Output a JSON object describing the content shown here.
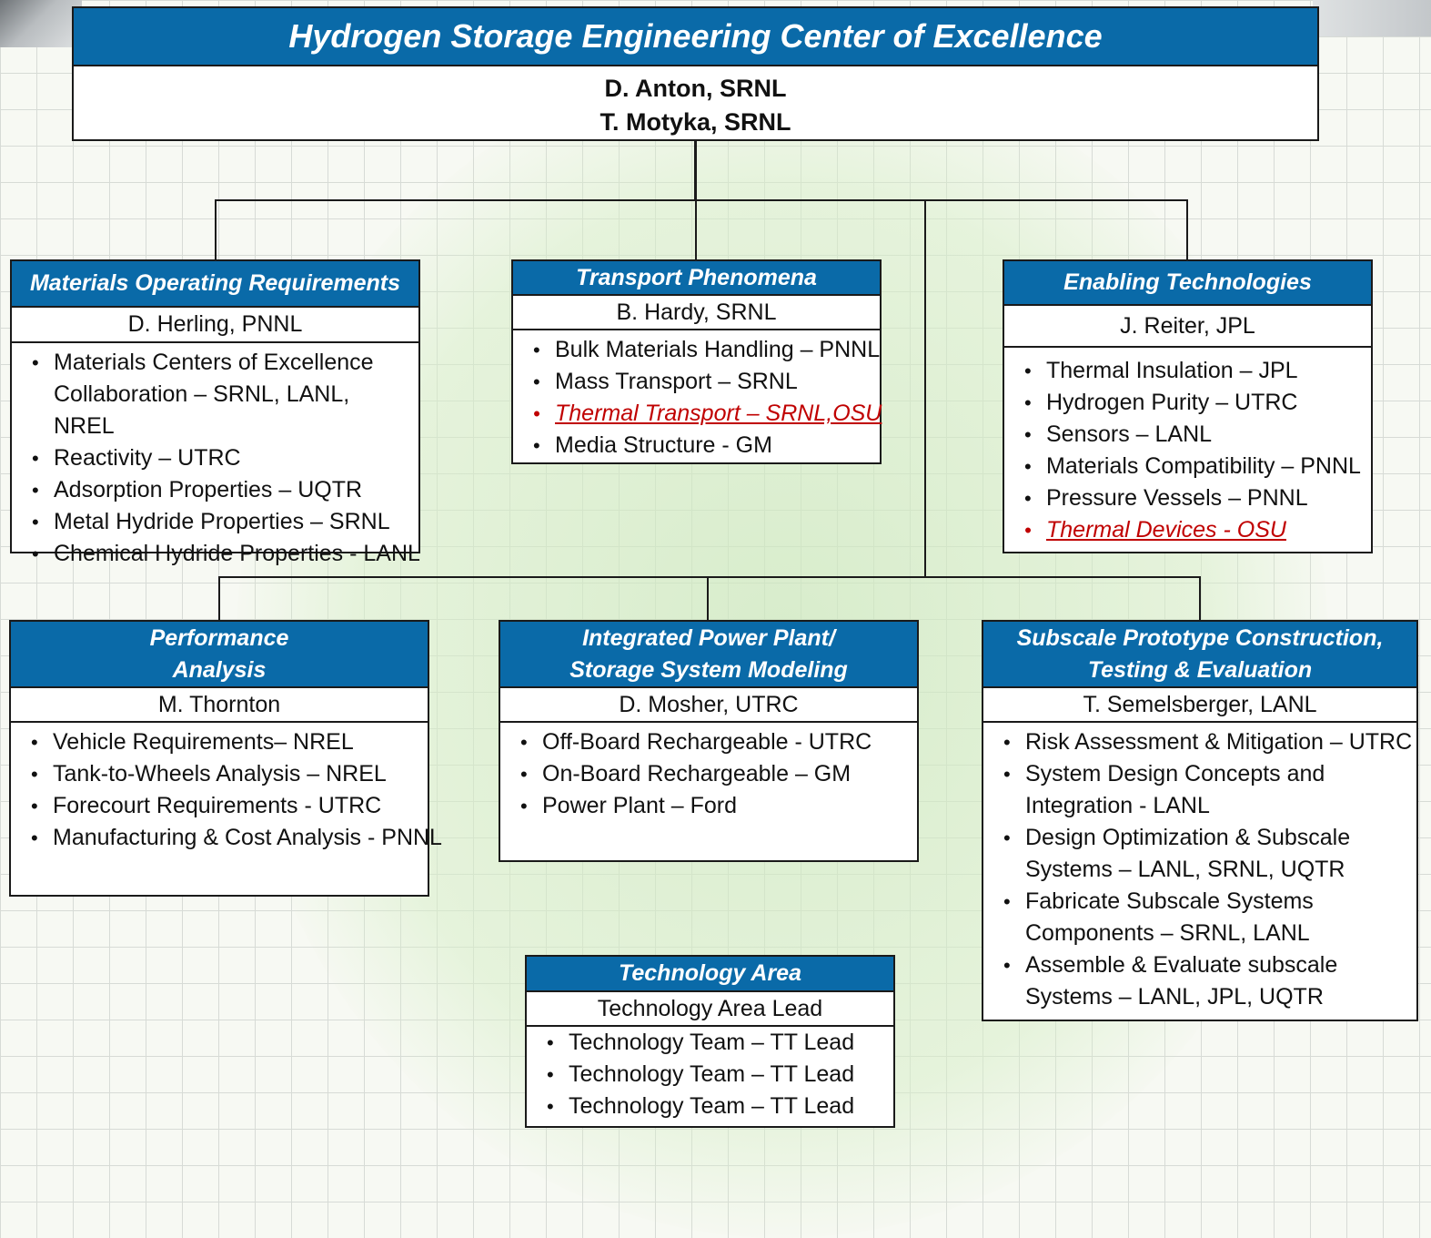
{
  "header": {
    "title": "Hydrogen Storage Engineering Center of Excellence",
    "leads": [
      "D. Anton, SRNL",
      "T. Motyka, SRNL"
    ]
  },
  "boxes": {
    "materials": {
      "title": [
        "Materials Operating Requirements"
      ],
      "lead": "D. Herling, PNNL",
      "items": [
        "Materials Centers of Excellence Collaboration – SRNL, LANL, NREL",
        "Reactivity – UTRC",
        "Adsorption Properties – UQTR",
        "Metal Hydride Properties – SRNL",
        "Chemical Hydride Properties - LANL"
      ]
    },
    "transport": {
      "title": [
        "Transport Phenomena"
      ],
      "lead": "B. Hardy, SRNL",
      "items": [
        "Bulk Materials Handling – PNNL",
        "Mass Transport – SRNL",
        "Thermal Transport – SRNL,OSU",
        "Media Structure - GM"
      ],
      "highlight_color": "#c00000"
    },
    "enabling": {
      "title": [
        "Enabling Technologies"
      ],
      "lead": "J. Reiter, JPL",
      "items": [
        "Thermal Insulation – JPL",
        "Hydrogen Purity – UTRC",
        "Sensors – LANL",
        "Materials Compatibility – PNNL",
        "Pressure Vessels – PNNL",
        "Thermal Devices - OSU"
      ]
    },
    "performance": {
      "title": [
        "Performance",
        "Analysis"
      ],
      "lead": "M. Thornton",
      "items": [
        "Vehicle Requirements– NREL",
        "Tank-to-Wheels Analysis –  NREL",
        "Forecourt Requirements - UTRC",
        "Manufacturing & Cost Analysis - PNNL"
      ]
    },
    "integrated": {
      "title": [
        "Integrated Power Plant/",
        "Storage System Modeling"
      ],
      "lead": "D. Mosher, UTRC",
      "items": [
        "Off-Board Rechargeable - UTRC",
        "On-Board Rechargeable – GM",
        "Power Plant – Ford"
      ]
    },
    "subscale": {
      "title": [
        "Subscale Prototype Construction,",
        "Testing & Evaluation"
      ],
      "lead": "T. Semelsberger, LANL",
      "items": [
        "Risk Assessment & Mitigation – UTRC",
        "System  Design Concepts and Integration - LANL",
        "Design Optimization & Subscale Systems – LANL, SRNL, UQTR",
        "Fabricate Subscale Systems Components – SRNL, LANL",
        "Assemble & Evaluate subscale Systems – LANL, JPL, UQTR"
      ]
    },
    "technology": {
      "title": [
        "Technology Area"
      ],
      "lead": "Technology Area Lead",
      "items": [
        "Technology Team – TT Lead",
        "Technology Team – TT Lead",
        "Technology Team – TT Lead"
      ]
    }
  },
  "colors": {
    "header_blue": "#0a6aa8",
    "highlight_red": "#c00000"
  }
}
